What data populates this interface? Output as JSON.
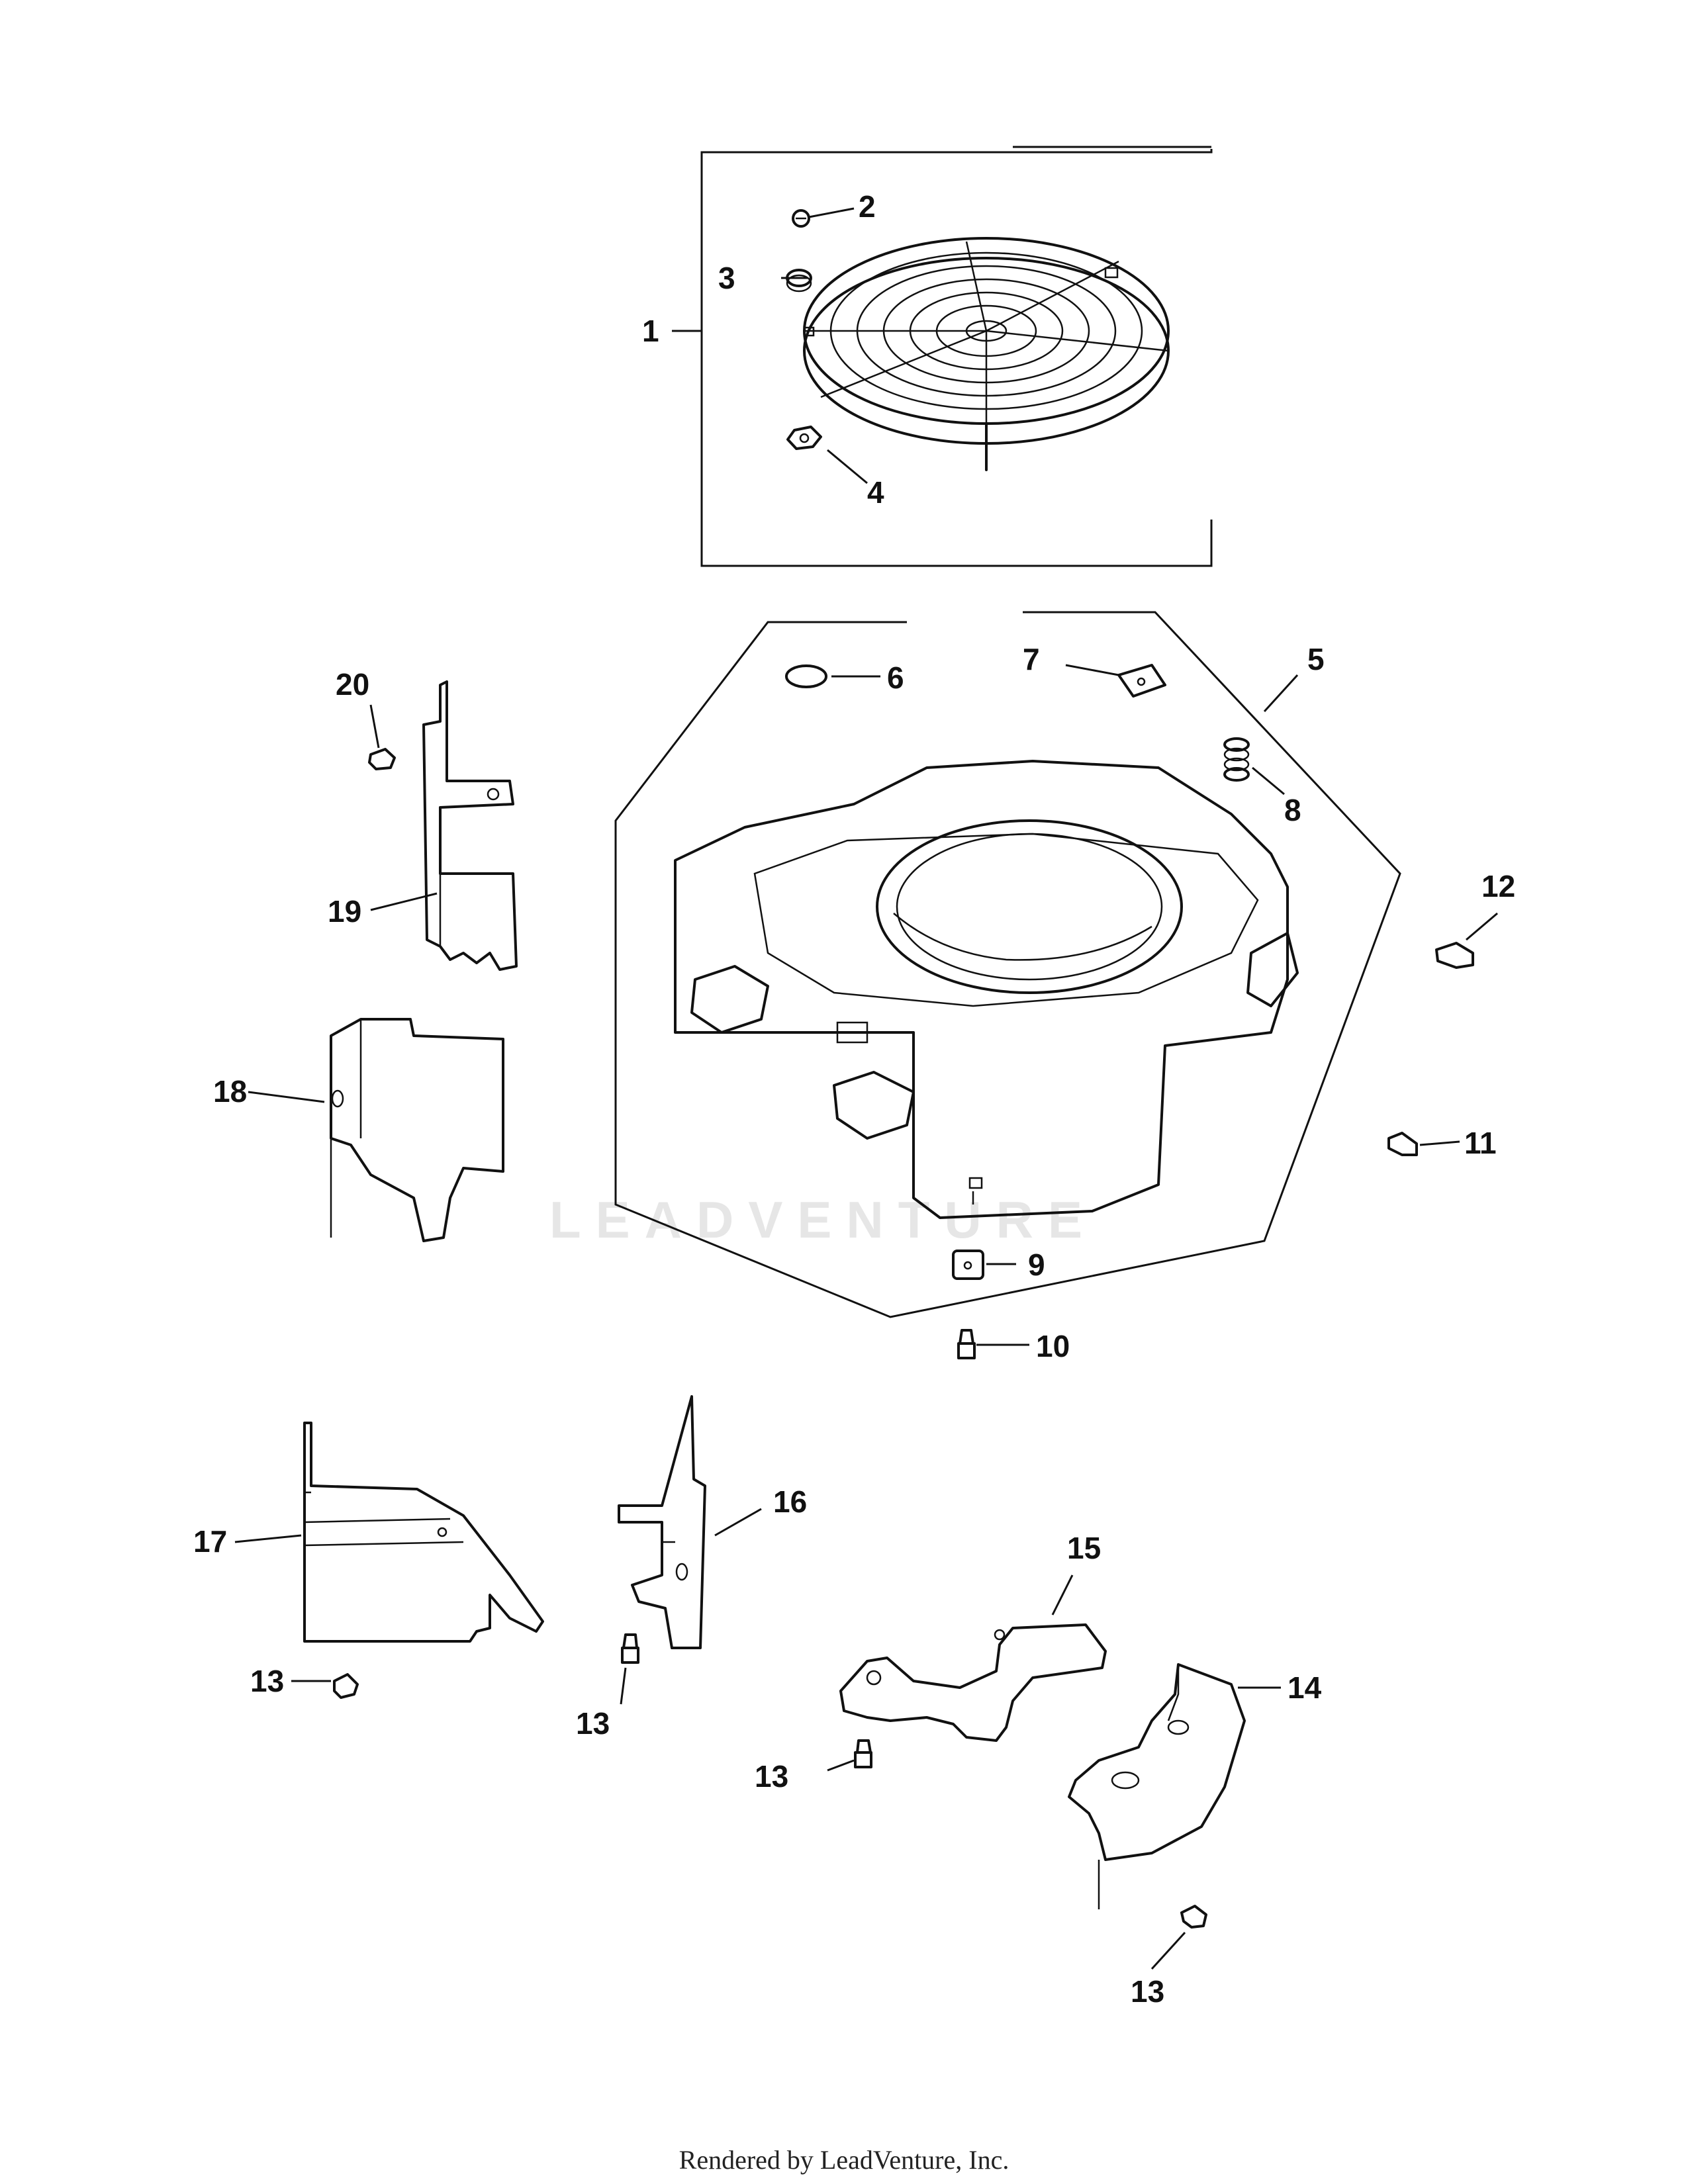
{
  "watermark": "LEADVENTURE",
  "footer": "Rendered by LeadVenture, Inc.",
  "callouts": {
    "c1": "1",
    "c2": "2",
    "c3": "3",
    "c4": "4",
    "c5": "5",
    "c6": "6",
    "c7": "7",
    "c8": "8",
    "c9": "9",
    "c10": "10",
    "c11": "11",
    "c12": "12",
    "c13a": "13",
    "c13b": "13",
    "c13c": "13",
    "c13d": "13",
    "c14": "14",
    "c15": "15",
    "c16": "16",
    "c17": "17",
    "c18": "18",
    "c19": "19",
    "c20": "20"
  }
}
